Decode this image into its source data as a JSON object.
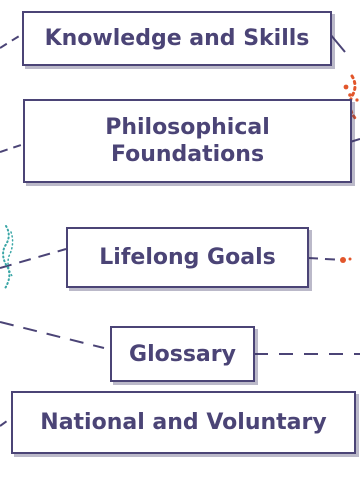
{
  "nav": {
    "knowledge": "Knowledge and Skills",
    "philosophical_line1": "Philosophical",
    "philosophical_line2": "Foundations",
    "lifelong": "Lifelong Goals",
    "glossary": "Glossary",
    "national": "National and Voluntary"
  },
  "colors": {
    "border": "#4b4476",
    "text": "#4b4476",
    "connector": "#4b4476",
    "accent_orange": "#e2562b",
    "accent_teal": "#3aa6a6"
  }
}
